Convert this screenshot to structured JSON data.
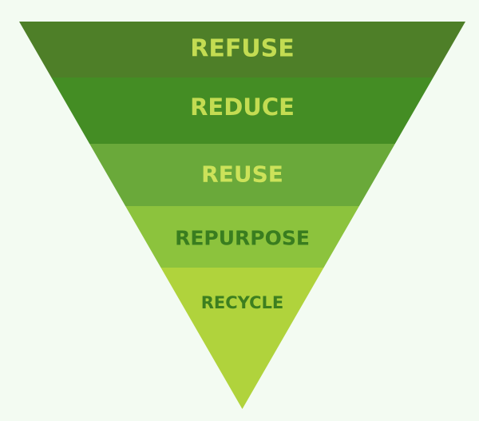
{
  "pyramid": {
    "type": "inverted-pyramid",
    "levels": [
      {
        "label": "REFUSE",
        "color": "#4e7f28",
        "text_color": "#c3dc52"
      },
      {
        "label": "REDUCE",
        "color": "#448d24",
        "text_color": "#c3dc52"
      },
      {
        "label": "REUSE",
        "color": "#6aa93a",
        "text_color": "#cce25a"
      },
      {
        "label": "REPURPOSE",
        "color": "#8cc33d",
        "text_color": "#397d1f"
      },
      {
        "label": "RECYCLE",
        "color": "#b0d33c",
        "text_color": "#3d7f1f"
      }
    ]
  }
}
